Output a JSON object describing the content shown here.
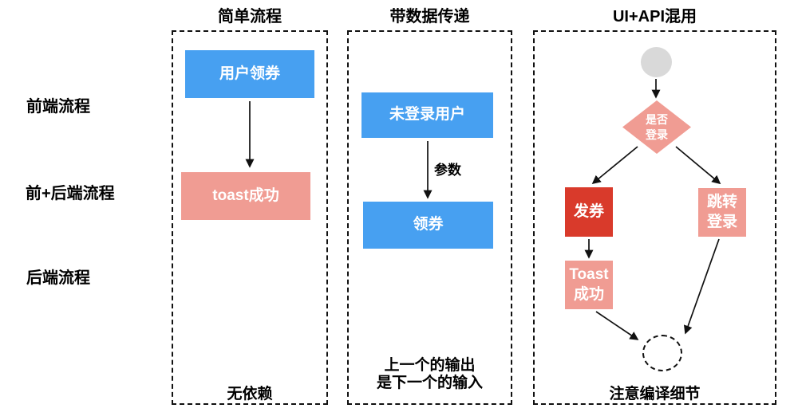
{
  "colors": {
    "blue": "#47A0F1",
    "pink": "#F09C93",
    "red": "#D93A2B",
    "gray": "#D9D9D9",
    "line": "#111111",
    "text": "#000000",
    "node_text": "#FFFFFF"
  },
  "row_labels": [
    {
      "label": "前端流程"
    },
    {
      "label": "前+后端流程"
    },
    {
      "label": "后端流程"
    }
  ],
  "columns": [
    {
      "title": "简单流程",
      "node_top": "用户领券",
      "node_bottom": "toast成功",
      "footer": "无依赖"
    },
    {
      "title": "带数据传递",
      "node_top": "未登录用户",
      "edge_label": "参数",
      "node_bottom": "领券",
      "footer_line1": "上一个的输出",
      "footer_line2": "是下一个的输入"
    },
    {
      "title": "UI+API混用",
      "decision_line1": "是否",
      "decision_line2": "登录",
      "left_node": "发券",
      "right_node_line1": "跳转",
      "right_node_line2": "登录",
      "toast_line1": "Toast",
      "toast_line2": "成功",
      "footer": "注意编译细节"
    }
  ]
}
